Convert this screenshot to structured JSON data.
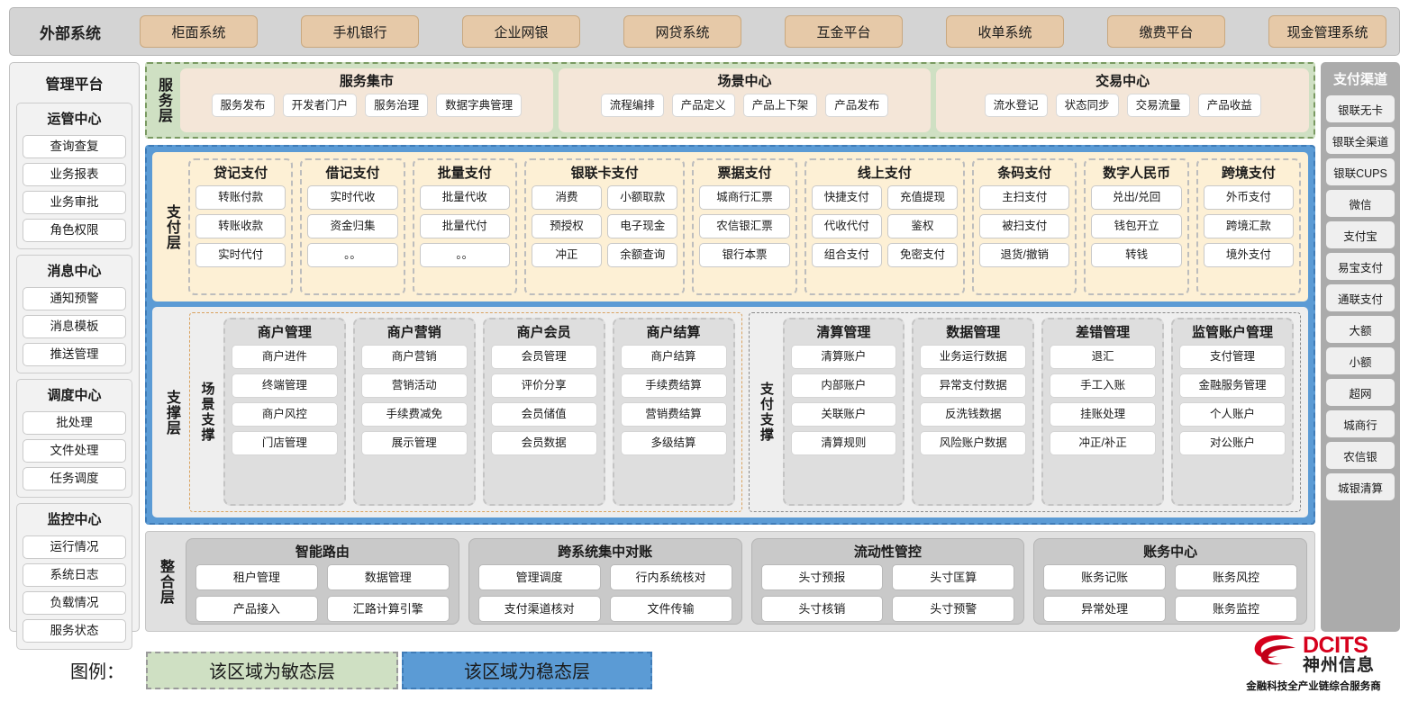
{
  "external": {
    "title": "外部系统",
    "items": [
      "柜面系统",
      "手机银行",
      "企业网银",
      "网贷系统",
      "互金平台",
      "收单系统",
      "缴费平台",
      "现金管理系统"
    ]
  },
  "admin": {
    "title": "管理平台",
    "groups": [
      {
        "title": "运管中心",
        "items": [
          "查询查复",
          "业务报表",
          "业务审批",
          "角色权限"
        ]
      },
      {
        "title": "消息中心",
        "items": [
          "通知预警",
          "消息模板",
          "推送管理"
        ]
      },
      {
        "title": "调度中心",
        "items": [
          "批处理",
          "文件处理",
          "任务调度"
        ]
      },
      {
        "title": "监控中心",
        "items": [
          "运行情况",
          "系统日志",
          "负载情况",
          "服务状态"
        ]
      }
    ]
  },
  "service_layer": {
    "label": "服务层",
    "cards": [
      {
        "title": "服务集市",
        "items": [
          "服务发布",
          "开发者门户",
          "服务治理",
          "数据字典管理"
        ]
      },
      {
        "title": "场景中心",
        "items": [
          "流程编排",
          "产品定义",
          "产品上下架",
          "产品发布"
        ]
      },
      {
        "title": "交易中心",
        "items": [
          "流水登记",
          "状态同步",
          "交易流量",
          "产品收益"
        ]
      }
    ]
  },
  "payment_layer": {
    "label": "支付层",
    "groups": [
      {
        "title": "贷记支付",
        "cols": 1,
        "items": [
          "转账付款",
          "转账收款",
          "实时代付"
        ]
      },
      {
        "title": "借记支付",
        "cols": 1,
        "items": [
          "实时代收",
          "资金归集",
          "。。"
        ]
      },
      {
        "title": "批量支付",
        "cols": 1,
        "items": [
          "批量代收",
          "批量代付",
          "。。"
        ]
      },
      {
        "title": "银联卡支付",
        "cols": 2,
        "items": [
          "消费",
          "小额取款",
          "预授权",
          "电子现金",
          "冲正",
          "余额查询"
        ]
      },
      {
        "title": "票据支付",
        "cols": 1,
        "items": [
          "城商行汇票",
          "农信银汇票",
          "银行本票"
        ]
      },
      {
        "title": "线上支付",
        "cols": 2,
        "items": [
          "快捷支付",
          "充值提现",
          "代收代付",
          "鉴权",
          "组合支付",
          "免密支付"
        ]
      },
      {
        "title": "条码支付",
        "cols": 1,
        "items": [
          "主扫支付",
          "被扫支付",
          "退货/撤销"
        ]
      },
      {
        "title": "数字人民币",
        "cols": 1,
        "items": [
          "兑出/兑回",
          "钱包开立",
          "转钱"
        ]
      },
      {
        "title": "跨境支付",
        "cols": 1,
        "items": [
          "外币支付",
          "跨境汇款",
          "境外支付"
        ]
      }
    ]
  },
  "support_layer": {
    "label": "支撑层",
    "blocks": [
      {
        "label": "场景支撑",
        "groups": [
          {
            "title": "商户管理",
            "items": [
              "商户进件",
              "终端管理",
              "商户风控",
              "门店管理"
            ]
          },
          {
            "title": "商户营销",
            "items": [
              "商户营销",
              "营销活动",
              "手续费减免",
              "展示管理"
            ]
          },
          {
            "title": "商户会员",
            "items": [
              "会员管理",
              "评价分享",
              "会员储值",
              "会员数据"
            ]
          },
          {
            "title": "商户结算",
            "items": [
              "商户结算",
              "手续费结算",
              "营销费结算",
              "多级结算"
            ]
          }
        ]
      },
      {
        "label": "支付支撑",
        "groups": [
          {
            "title": "清算管理",
            "items": [
              "清算账户",
              "内部账户",
              "关联账户",
              "清算规则"
            ]
          },
          {
            "title": "数据管理",
            "items": [
              "业务运行数据",
              "异常支付数据",
              "反洗钱数据",
              "风险账户数据"
            ]
          },
          {
            "title": "差错管理",
            "items": [
              "退汇",
              "手工入账",
              "挂账处理",
              "冲正/补正"
            ]
          },
          {
            "title": "监管账户管理",
            "items": [
              "支付管理",
              "金融服务管理",
              "个人账户",
              "对公账户"
            ]
          }
        ]
      }
    ]
  },
  "integration_layer": {
    "label": "整合层",
    "cards": [
      {
        "title": "智能路由",
        "items": [
          "租户管理",
          "数据管理",
          "产品接入",
          "汇路计算引擎"
        ]
      },
      {
        "title": "跨系统集中对账",
        "items": [
          "管理调度",
          "行内系统核对",
          "支付渠道核对",
          "文件传输"
        ]
      },
      {
        "title": "流动性管控",
        "items": [
          "头寸预报",
          "头寸匡算",
          "头寸核销",
          "头寸预警"
        ]
      },
      {
        "title": "账务中心",
        "items": [
          "账务记账",
          "账务风控",
          "异常处理",
          "账务监控"
        ]
      }
    ]
  },
  "channels": {
    "title": "支付渠道",
    "items": [
      "银联无卡",
      "银联全渠道",
      "银联CUPS",
      "微信",
      "支付宝",
      "易宝支付",
      "通联支付",
      "大额",
      "小额",
      "超网",
      "城商行",
      "农信银",
      "城银清算"
    ]
  },
  "legend": {
    "label": "图例：",
    "agile": "该区域为敏态层",
    "stable": "该区域为稳态层"
  },
  "logo": {
    "en": "DCITS",
    "cn": "神州信息",
    "tagline": "金融科技全产业链综合服务商"
  },
  "colors": {
    "agile_green": "#cfe0c3",
    "stable_blue": "#5b9bd5",
    "payment_cream": "#fdf0d5",
    "external_tan": "#e6c9a8",
    "channel_grey": "#ababab",
    "logo_red": "#d6001c"
  }
}
